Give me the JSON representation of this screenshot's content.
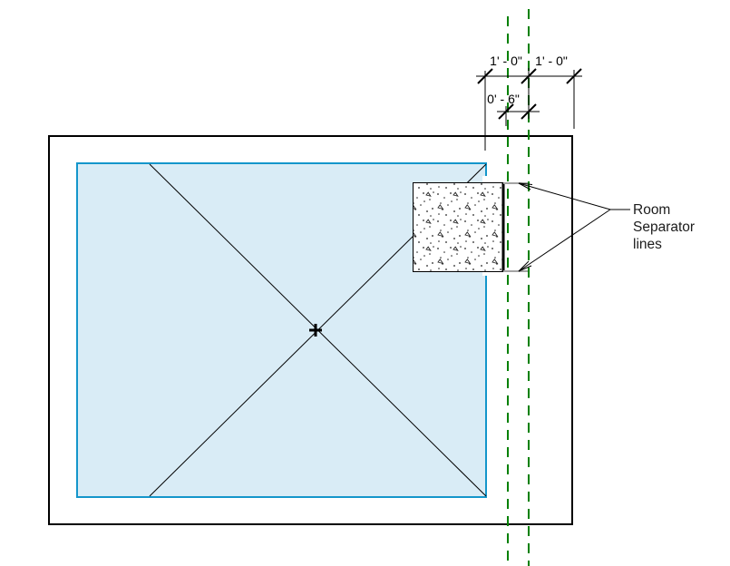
{
  "dimensions": {
    "dim_left": "1' - 0\"",
    "dim_right": "1' - 0\"",
    "dim_offset": "0' - 6\""
  },
  "annotation": {
    "line1": "Room",
    "line2": "Separator",
    "line3": "lines"
  },
  "colors": {
    "room_fill": "#d9ecf6",
    "room_border": "#1496cb",
    "separator_line_green": "#008000",
    "separator_highlight_gray": "#a3a3a3",
    "linework_black": "#000000",
    "background": "#ffffff"
  }
}
